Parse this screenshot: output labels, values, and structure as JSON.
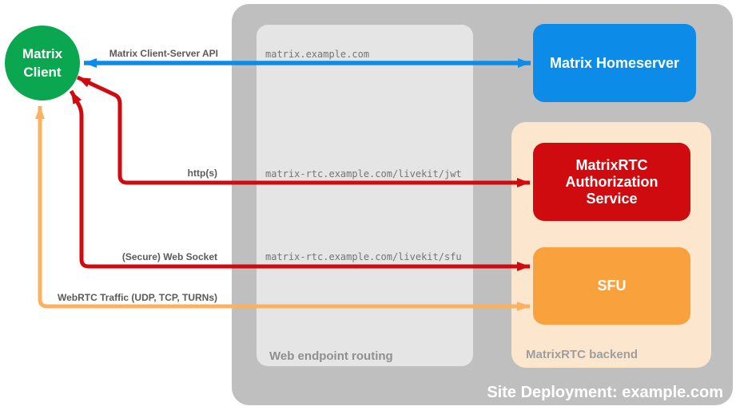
{
  "diagram_title": "Site Deployment: example.com",
  "containers": {
    "site": {
      "label": "Site Deployment: example.com",
      "bg_color": "#bfbfbf",
      "label_color": "#ffffff"
    },
    "routing": {
      "label": "Web endpoint routing",
      "bg_color": "#e5e5e5",
      "label_color": "#8f8f8f"
    },
    "backend": {
      "label": "MatrixRTC backend",
      "bg_color": "#fce6ce",
      "label_color": "#9e9e9e"
    }
  },
  "nodes": {
    "client": {
      "label": "Matrix Client",
      "color": "#0aa750",
      "shape": "circle"
    },
    "homeserver": {
      "label": "Matrix Homeserver",
      "color": "#0d8be8",
      "shape": "rounded-rect"
    },
    "auth_service": {
      "label": "MatrixRTC Authorization Service",
      "color": "#cf0b0f",
      "shape": "rounded-rect"
    },
    "sfu": {
      "label": "SFU",
      "color": "#f9a13c",
      "shape": "rounded-rect"
    }
  },
  "endpoints": {
    "homeserver_url": "matrix.example.com",
    "jwt_url": "matrix-rtc.example.com/livekit/jwt",
    "sfu_url": "matrix-rtc.example.com/livekit/sfu"
  },
  "edges": {
    "cs_api": {
      "label": "Matrix Client-Server API",
      "color": "#0d8be8",
      "from": "Matrix Client",
      "to": "Matrix Homeserver",
      "bidirectional": true
    },
    "http": {
      "label": "http(s)",
      "color": "#cf0b0f",
      "from": "Matrix Client",
      "to": "MatrixRTC Authorization Service",
      "bidirectional": true
    },
    "websocket": {
      "label": "(Secure) Web Socket",
      "color": "#cf0b0f",
      "from": "Matrix Client",
      "to": "SFU",
      "bidirectional": true
    },
    "webrtc": {
      "label": "WebRTC Traffic (UDP, TCP, TURNs)",
      "color": "#fbb162",
      "from": "Matrix Client",
      "to": "SFU",
      "bidirectional": true
    }
  },
  "label_colors": {
    "edge_label": "#5a5a5a",
    "url_label": "#757575"
  }
}
